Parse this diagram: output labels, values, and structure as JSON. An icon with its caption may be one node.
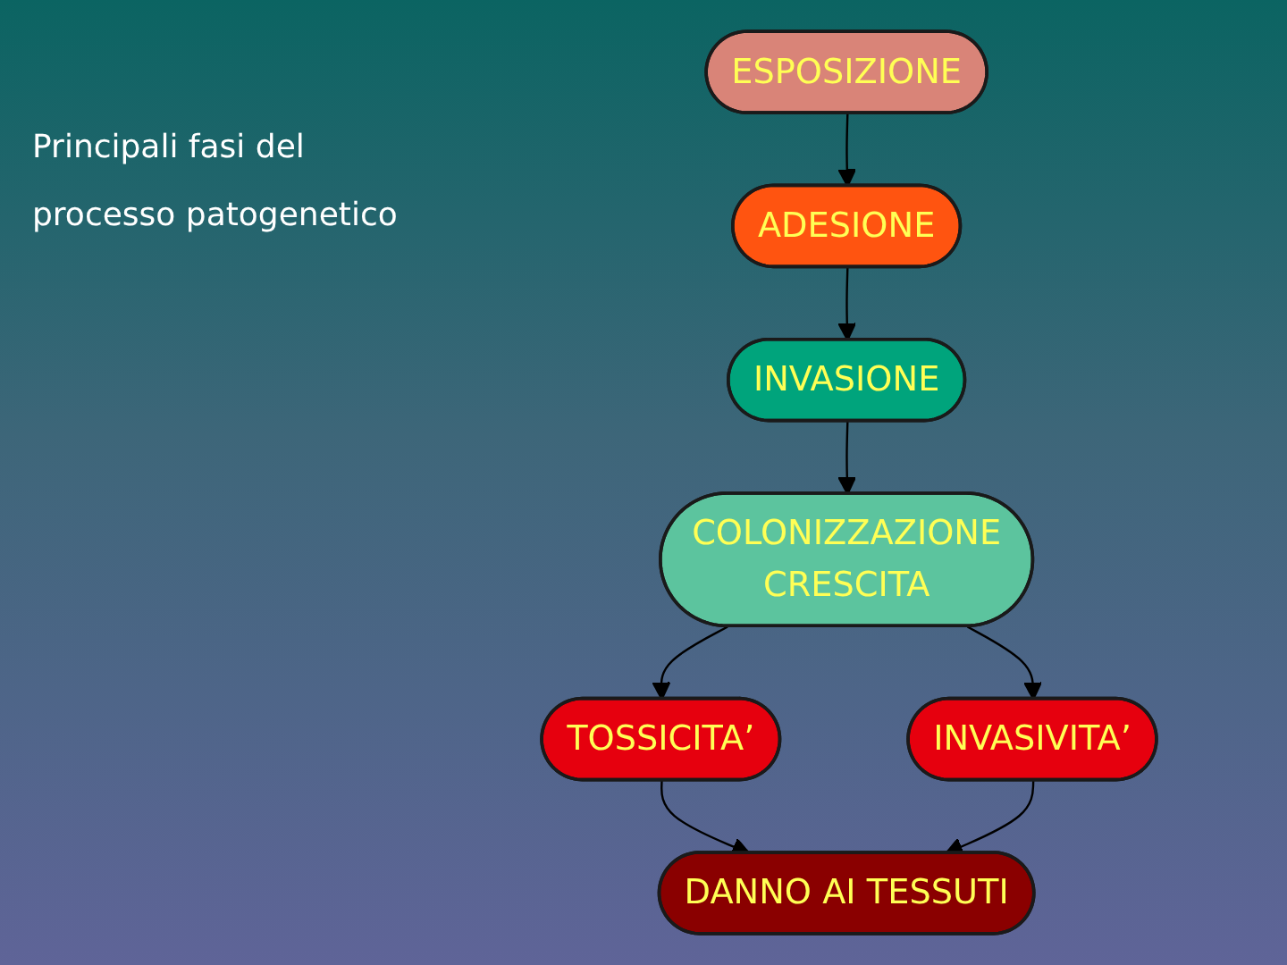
{
  "diagram": {
    "title": "Principali fasi del processo patogenetico",
    "nodes": [
      {
        "text": [
          "ESPOSIZIONE"
        ]
      },
      {
        "text": [
          "ADESIONE"
        ]
      },
      {
        "text": [
          "INVASIONE"
        ]
      },
      {
        "text": [
          "COLONIZZAZIONE",
          "CRESCITA"
        ]
      },
      {
        "text": [
          "TOSSICITA’"
        ]
      },
      {
        "text": [
          "INVASIVITA’"
        ]
      },
      {
        "text": [
          "DANNO AI TESSUTI"
        ]
      }
    ],
    "edges": [
      {
        "from": 0,
        "to": 1,
        "arrow": "to"
      },
      {
        "from": 1,
        "to": 2,
        "arrow": "to"
      },
      {
        "from": 2,
        "to": 3,
        "arrow": "to"
      },
      {
        "from": 3,
        "to": 4,
        "arrow": "to"
      },
      {
        "from": 3,
        "to": 5,
        "arrow": "to"
      },
      {
        "from": 4,
        "to": 6,
        "arrow": "to"
      },
      {
        "from": 5,
        "to": 6,
        "arrow": "to"
      }
    ]
  }
}
